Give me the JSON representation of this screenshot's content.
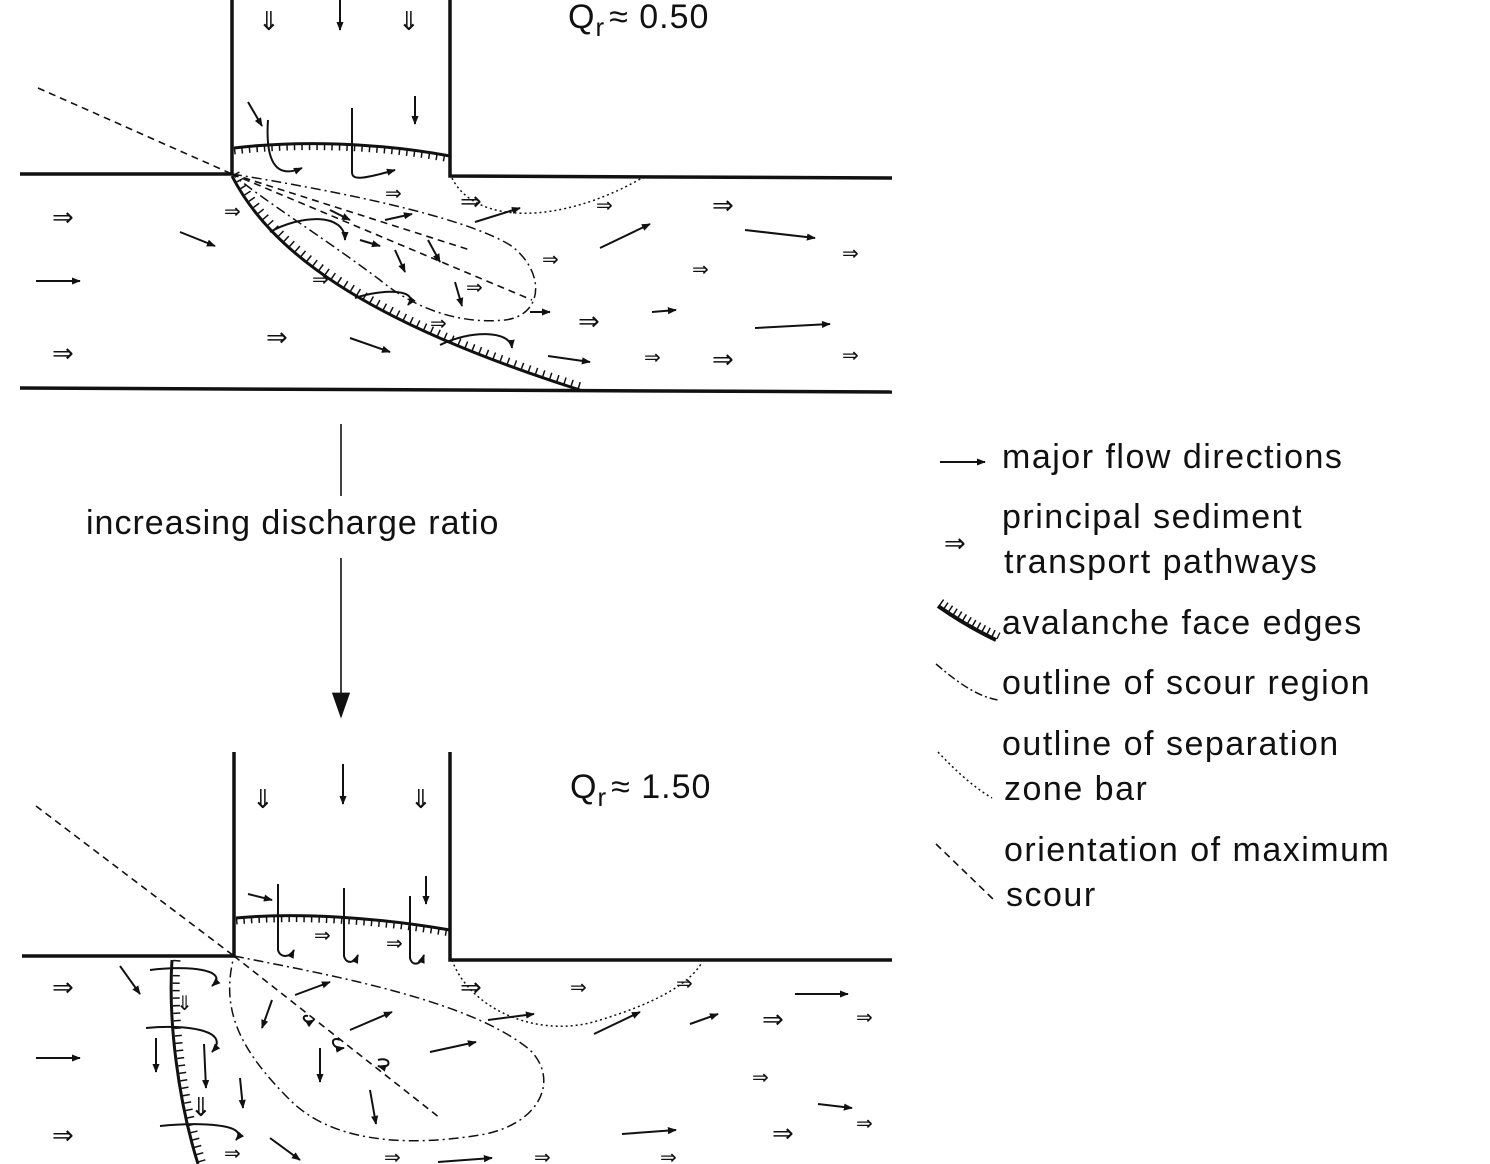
{
  "panels": [
    {
      "id": "top",
      "qr_symbol": "Q",
      "qr_sub": "r",
      "qr_value": "≈ 0.50"
    },
    {
      "id": "bottom",
      "qr_symbol": "Q",
      "qr_sub": "r",
      "qr_value": "≈ 1.50"
    }
  ],
  "center_label": "increasing discharge ratio",
  "legend": {
    "items": [
      {
        "key": "flow",
        "lines": [
          "major flow directions"
        ]
      },
      {
        "key": "sediment",
        "lines": [
          "principal sediment",
          "transport pathways"
        ]
      },
      {
        "key": "avalanche",
        "lines": [
          "avalanche face edges"
        ]
      },
      {
        "key": "scour",
        "lines": [
          "outline of scour region"
        ]
      },
      {
        "key": "separation",
        "lines": [
          "outline of separation",
          "zone bar"
        ]
      },
      {
        "key": "maxscour",
        "lines": [
          "orientation of maximum",
          "scour"
        ]
      }
    ]
  },
  "glyphs": {
    "double_right": "⇒",
    "double_down": "⇓"
  },
  "colors": {
    "ink": "#111111",
    "paper": "#ffffff"
  }
}
